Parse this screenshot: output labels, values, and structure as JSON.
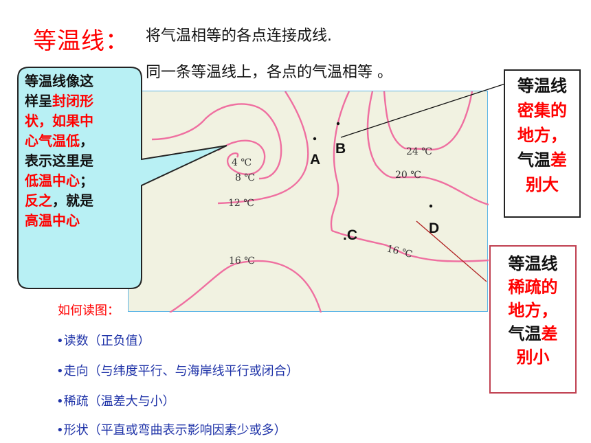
{
  "title": "等温线：",
  "definitions": [
    "将气温相等的各点连接成线.",
    "同一条等温线上，各点的气温相等 。"
  ],
  "bubble": {
    "lines": [
      [
        {
          "t": "等温线像这",
          "c": "blk"
        }
      ],
      [
        {
          "t": "样呈",
          "c": "blk"
        },
        {
          "t": "封闭形",
          "c": "red"
        }
      ],
      [
        {
          "t": "状，如果中",
          "c": "red"
        }
      ],
      [
        {
          "t": "心气温低",
          "c": "red"
        },
        {
          "t": "，",
          "c": "blk"
        }
      ],
      [
        {
          "t": "表示这里是",
          "c": "blk"
        }
      ],
      [
        {
          "t": "低温中心",
          "c": "red"
        },
        {
          "t": "；",
          "c": "blk"
        }
      ],
      [
        {
          "t": "反之",
          "c": "red"
        },
        {
          "t": "，就是",
          "c": "blk"
        }
      ],
      [
        {
          "t": "高温中心",
          "c": "red"
        }
      ]
    ]
  },
  "map": {
    "isotherm_labels": [
      "4 ℃",
      "8 ℃",
      "12 ℃",
      "16 ℃",
      "16 ℃",
      "20 ℃",
      "24 ℃"
    ],
    "points": [
      "A",
      "B",
      ".C",
      "D"
    ]
  },
  "box_dense": {
    "lines": [
      [
        {
          "t": "等温线",
          "c": "blk"
        }
      ],
      [
        {
          "t": "密集的",
          "c": "red"
        }
      ],
      [
        {
          "t": "地方，",
          "c": "red"
        }
      ],
      [
        {
          "t": "气温",
          "c": "blk"
        },
        {
          "t": "差",
          "c": "red"
        }
      ],
      [
        {
          "t": "别大",
          "c": "red"
        }
      ]
    ]
  },
  "box_sparse": {
    "lines": [
      [
        {
          "t": "等温线",
          "c": "blk"
        }
      ],
      [
        {
          "t": "稀疏的",
          "c": "red"
        }
      ],
      [
        {
          "t": "地方，",
          "c": "red"
        }
      ],
      [
        {
          "t": "气温",
          "c": "blk"
        },
        {
          "t": "差",
          "c": "red"
        }
      ],
      [
        {
          "t": "别小",
          "c": "red"
        }
      ]
    ]
  },
  "how_to_read": {
    "heading": "如何读图：",
    "items": [
      "•读数（正负值）",
      "•走向（与纬度平行、与海岸线平行或闭合）",
      "•稀疏（温差大与小）",
      "•形状（平直或弯曲表示影响因素少或多）"
    ]
  },
  "colors": {
    "title": "#ff0000",
    "isotherm": "#ef6fa0",
    "map_bg": "#f1f2e1",
    "map_border": "#5ab4e6",
    "list": "#1f33a8",
    "bubble": "#b8f0f4"
  }
}
